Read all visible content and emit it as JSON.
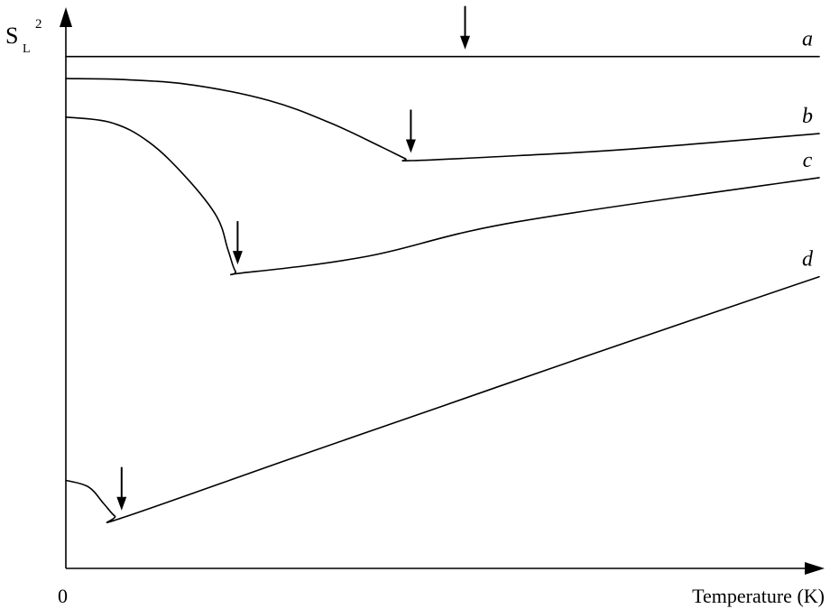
{
  "chart_data": {
    "type": "line",
    "ylabel_main": "S",
    "ylabel_sub": "L",
    "ylabel_sup": "2",
    "xlabel": "Temperature (K)",
    "origin_label": "0",
    "x_units": "relative",
    "y_units": "relative",
    "series": [
      {
        "name": "a",
        "points": [
          [
            0,
            0.93
          ],
          [
            1,
            0.93
          ]
        ],
        "transition_x": 0.53
      },
      {
        "name": "b",
        "points": [
          [
            0,
            0.89
          ],
          [
            0.08,
            0.888
          ],
          [
            0.17,
            0.878
          ],
          [
            0.27,
            0.85
          ],
          [
            0.35,
            0.81
          ],
          [
            0.42,
            0.765
          ],
          [
            0.45,
            0.745
          ],
          [
            0.46,
            0.741
          ],
          [
            0.6,
            0.75
          ],
          [
            0.75,
            0.762
          ],
          [
            1,
            0.79
          ]
        ],
        "transition_x": 0.458
      },
      {
        "name": "c",
        "points": [
          [
            0,
            0.82
          ],
          [
            0.06,
            0.81
          ],
          [
            0.11,
            0.775
          ],
          [
            0.16,
            0.71
          ],
          [
            0.2,
            0.64
          ],
          [
            0.215,
            0.58
          ],
          [
            0.225,
            0.54
          ],
          [
            0.235,
            0.537
          ],
          [
            0.4,
            0.567
          ],
          [
            0.6,
            0.63
          ],
          [
            1,
            0.71
          ]
        ],
        "transition_x": 0.228
      },
      {
        "name": "d",
        "points": [
          [
            0,
            0.16
          ],
          [
            0.03,
            0.148
          ],
          [
            0.05,
            0.118
          ],
          [
            0.065,
            0.095
          ],
          [
            0.075,
            0.092
          ],
          [
            0.3,
            0.2
          ],
          [
            0.5,
            0.295
          ],
          [
            0.7,
            0.39
          ],
          [
            1,
            0.53
          ]
        ],
        "transition_x": 0.074
      }
    ],
    "xlim": [
      0,
      1
    ],
    "ylim": [
      0,
      1
    ],
    "grid": false,
    "legend": "none"
  }
}
